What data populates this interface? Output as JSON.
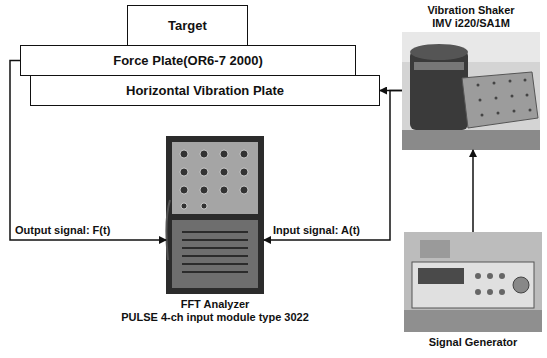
{
  "diagram": {
    "nodes": [
      {
        "text": [
          "Target"
        ]
      },
      {
        "text": [
          "Force Plate(OR6-7 2000)"
        ]
      },
      {
        "text": [
          "Horizontal Vibration Plate"
        ]
      },
      {
        "text": [
          "Vibration Shaker",
          "IMV i220/SA1M"
        ]
      },
      {
        "text": [
          "FFT Analyzer",
          "PULSE 4-ch input module type 3022"
        ]
      },
      {
        "text": [
          "Signal Generator"
        ]
      }
    ],
    "edges": [
      {
        "from": 1,
        "to": 4,
        "arrow": "to",
        "label": "Output signal: F(t)"
      },
      {
        "from": 3,
        "to": 2,
        "arrow": "to"
      },
      {
        "from": 3,
        "to": 4,
        "arrow": "to",
        "label": "Input signal: A(t)"
      },
      {
        "from": 5,
        "to": 3,
        "arrow": "to"
      }
    ]
  }
}
